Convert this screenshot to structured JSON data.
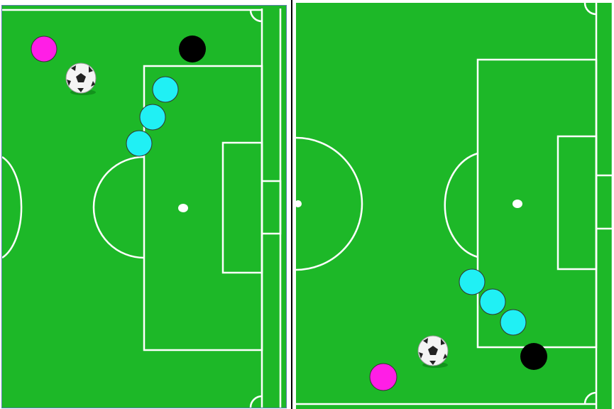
{
  "colors": {
    "pitch": "#1db828",
    "lines": "#ffffff",
    "attacker": "#ff1ee6",
    "goalkeeper": "#000000",
    "defender": "#20f0f4",
    "divider": "#000000"
  },
  "panels": [
    {
      "name": "left-tactic-panel",
      "players": [
        {
          "role": "attacker",
          "color": "#ff1ee6"
        },
        {
          "role": "goalkeeper",
          "color": "#000000"
        },
        {
          "role": "defender",
          "color": "#20f0f4"
        },
        {
          "role": "defender",
          "color": "#20f0f4"
        },
        {
          "role": "defender",
          "color": "#20f0f4"
        }
      ],
      "ball": "soccer-ball-icon"
    },
    {
      "name": "right-tactic-panel",
      "players": [
        {
          "role": "attacker",
          "color": "#ff1ee6"
        },
        {
          "role": "goalkeeper",
          "color": "#000000"
        },
        {
          "role": "defender",
          "color": "#20f0f4"
        },
        {
          "role": "defender",
          "color": "#20f0f4"
        },
        {
          "role": "defender",
          "color": "#20f0f4"
        }
      ],
      "ball": "soccer-ball-icon"
    }
  ]
}
